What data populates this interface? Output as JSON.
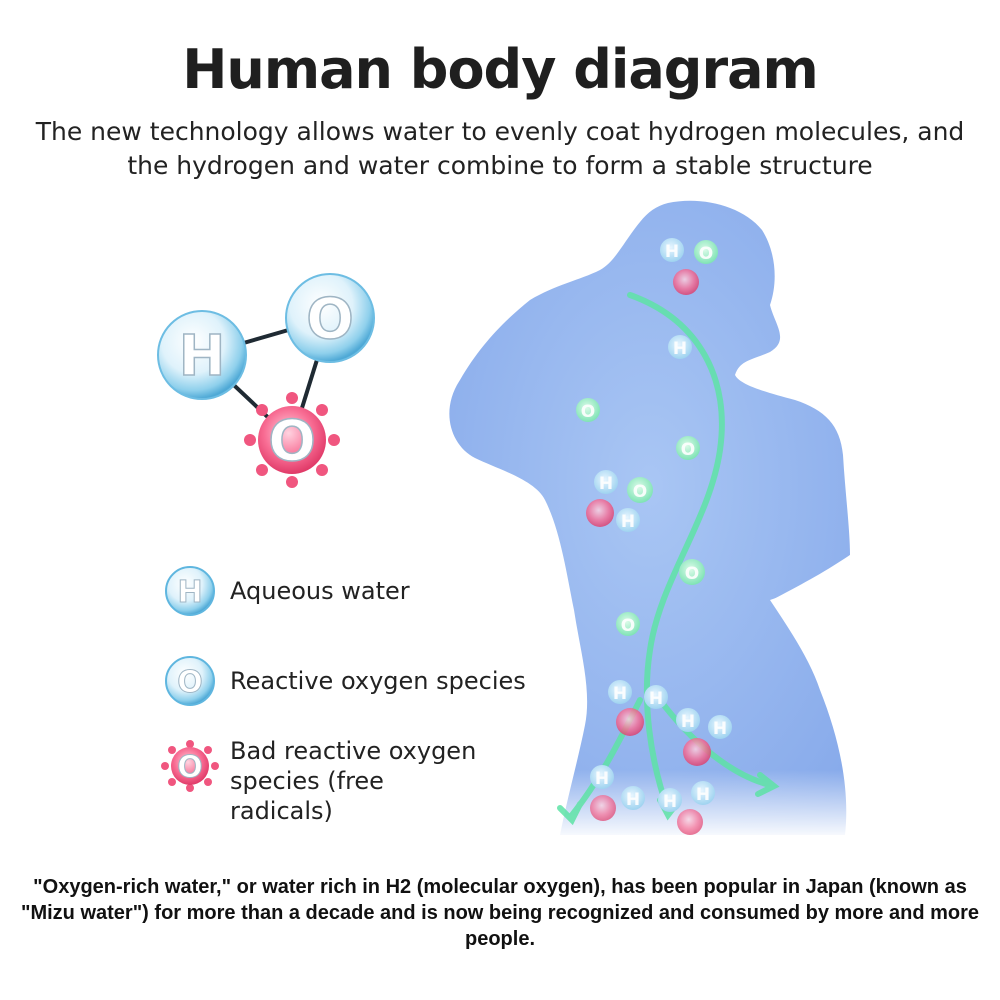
{
  "header": {
    "title": "Human body diagram",
    "subtitle": "The new technology allows water to evenly coat hydrogen molecules, and the hydrogen and water combine to form a stable structure"
  },
  "molecule": {
    "h_letter": "H",
    "o_letter": "O"
  },
  "legend": [
    {
      "icon": "hydrogen-sphere-icon",
      "label": "Aqueous water",
      "letter": "H"
    },
    {
      "icon": "oxygen-sphere-icon",
      "label": "Reactive oxygen species",
      "letter": "O"
    },
    {
      "icon": "free-radical-icon",
      "label": "Bad reactive oxygen species (free radicals)",
      "letter": "O"
    }
  ],
  "footer": {
    "text": "\"Oxygen-rich water,\" or water rich in H2 (molecular oxygen), has been popular in Japan (known as \"Mizu water\") for more than a decade and is now being recognized and consumed by more and more people."
  },
  "colors": {
    "body_silhouette": "#8fb2ec",
    "flow_arrow": "#4fe0a0",
    "water_sphere": "#9fd6ee",
    "radical": "#f0567f"
  },
  "body_letters": {
    "h": "H",
    "o": "O"
  }
}
